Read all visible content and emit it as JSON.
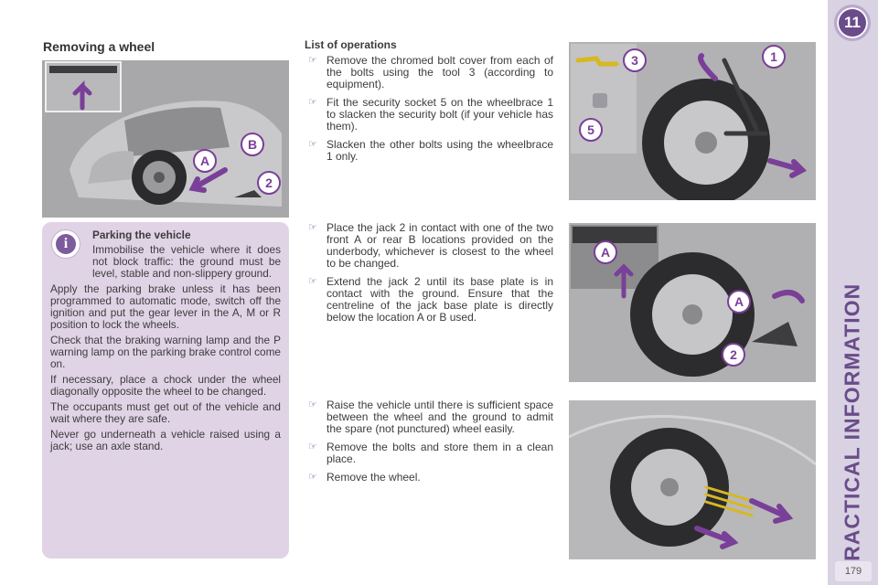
{
  "header": {
    "title": "Removing a wheel"
  },
  "sidebar": {
    "chapter_number": "11",
    "section_title": "PRACTICAL INFORMATION",
    "page_number": "179"
  },
  "figures": {
    "car": {
      "labels": [
        "A",
        "B",
        "2"
      ]
    },
    "wheelbrace": {
      "labels": [
        "3",
        "1",
        "5"
      ]
    },
    "jack": {
      "labels": [
        "A",
        "A",
        "2"
      ]
    },
    "spare": {
      "labels": []
    }
  },
  "info_box": {
    "title": "Parking the vehicle",
    "paragraphs": [
      "Immobilise the vehicle where it does not block traffic: the ground must be level, stable and non-slippery ground.",
      "Apply the parking brake unless it has been programmed to automatic mode, switch off the ignition and put the gear lever in the A, M or R position to lock the wheels.",
      "Check that the braking warning lamp and the P warning lamp on the parking brake control come on.",
      "If necessary, place a chock under the wheel diagonally opposite the wheel to be changed.",
      "The occupants must get out of the vehicle and wait where they are safe.",
      "Never go underneath a vehicle raised using a jack; use an axle stand."
    ]
  },
  "operations": {
    "title": "List of operations",
    "group1": [
      "Remove the chromed bolt cover from each of the bolts using the tool 3 (according to equipment).",
      "Fit the security socket 5 on the wheelbrace 1 to slacken the security bolt (if your vehicle has them).",
      "Slacken the other bolts using the wheelbrace 1 only."
    ],
    "group2": [
      "Place the jack 2 in contact with one of the two front A or rear B locations provided on the underbody, whichever is closest to the wheel to be changed.",
      "Extend the jack 2 until its base plate is in contact with the ground. Ensure that the centreline of the jack base plate is directly below the location A or B used."
    ],
    "group3": [
      "Raise the vehicle until there is sufficient space between the wheel and the ground to admit the spare (not punctured) wheel easily.",
      "Remove the bolts and store them in a clean place.",
      "Remove the wheel."
    ]
  },
  "colors": {
    "accent": "#6a4c8a",
    "info_bg": "#e0d3e6",
    "sidebar_bg": "#d8d2e2",
    "figure_bg": "#a9a9ab"
  }
}
